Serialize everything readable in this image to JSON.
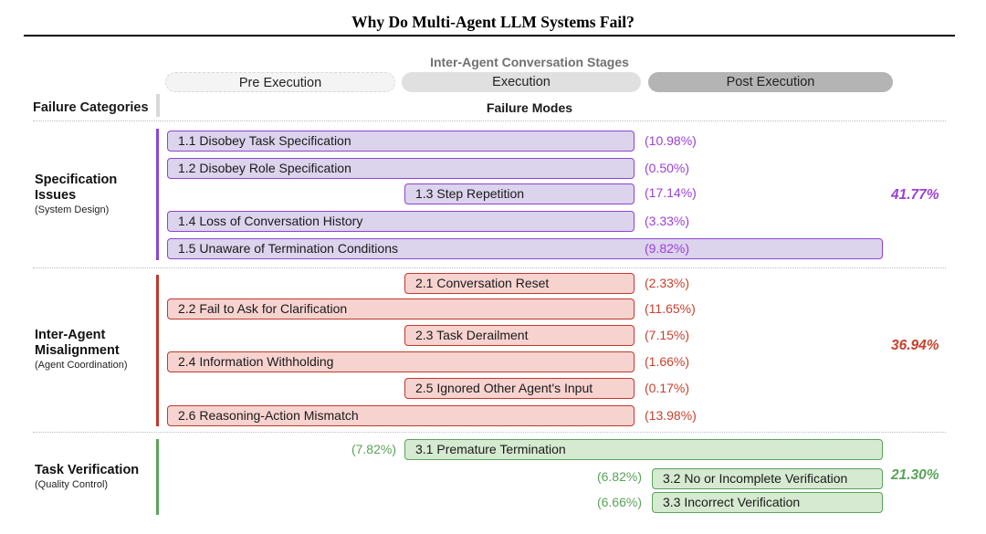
{
  "title": "Why Do Multi-Agent LLM Systems Fail?",
  "stages_heading": "Inter-Agent Conversation Stages",
  "stages": [
    "Pre Execution",
    "Execution",
    "Post Execution"
  ],
  "left_header": "Failure Categories",
  "center_header": "Failure Modes",
  "colors": {
    "spec_border": "#8e44d4",
    "spec_fill": "#dcd3ed",
    "spec_text": "#9b3fd8",
    "misalign_border": "#c0392b",
    "misalign_fill": "#f7d3d0",
    "misalign_text": "#c8412d",
    "verif_border": "#5aa35a",
    "verif_fill": "#d5ead0",
    "verif_text": "#5aa35a"
  },
  "categories": [
    {
      "title_lines": [
        "Specification",
        "Issues"
      ],
      "subtitle": "(System Design)",
      "total": "41.77%",
      "modes": [
        {
          "label": "1.1 Disobey Task Specification",
          "pct": "(10.98%)",
          "stages": "pre-exec"
        },
        {
          "label": "1.2 Disobey Role Specification",
          "pct": "(0.50%)",
          "stages": "pre-exec"
        },
        {
          "label": "1.3 Step Repetition",
          "pct": "(17.14%)",
          "stages": "exec"
        },
        {
          "label": "1.4 Loss of Conversation History",
          "pct": "(3.33%)",
          "stages": "pre-exec"
        },
        {
          "label": "1.5 Unaware of Termination Conditions",
          "pct": "(9.82%)",
          "stages": "pre-exec-post"
        }
      ]
    },
    {
      "title_lines": [
        "Inter-Agent",
        "Misalignment"
      ],
      "subtitle": "(Agent Coordination)",
      "total": "36.94%",
      "modes": [
        {
          "label": "2.1 Conversation Reset",
          "pct": "(2.33%)",
          "stages": "exec"
        },
        {
          "label": "2.2 Fail to Ask for Clarification",
          "pct": "(11.65%)",
          "stages": "pre-exec"
        },
        {
          "label": "2.3 Task Derailment",
          "pct": "(7.15%)",
          "stages": "exec"
        },
        {
          "label": "2.4 Information Withholding",
          "pct": "(1.66%)",
          "stages": "pre-exec"
        },
        {
          "label": "2.5 Ignored Other Agent's Input",
          "pct": "(0.17%)",
          "stages": "exec"
        },
        {
          "label": "2.6 Reasoning-Action Mismatch",
          "pct": "(13.98%)",
          "stages": "pre-exec"
        }
      ]
    },
    {
      "title_lines": [
        "Task Verification"
      ],
      "subtitle": "(Quality Control)",
      "total": "21.30%",
      "modes": [
        {
          "label": "3.1  Premature Termination",
          "pct": "(7.82%)",
          "stages": "exec-post"
        },
        {
          "label": "3.2 No or Incomplete Verification",
          "pct": "(6.82%)",
          "stages": "post"
        },
        {
          "label": "3.3 Incorrect Verification",
          "pct": "(6.66%)",
          "stages": "post"
        }
      ]
    }
  ]
}
